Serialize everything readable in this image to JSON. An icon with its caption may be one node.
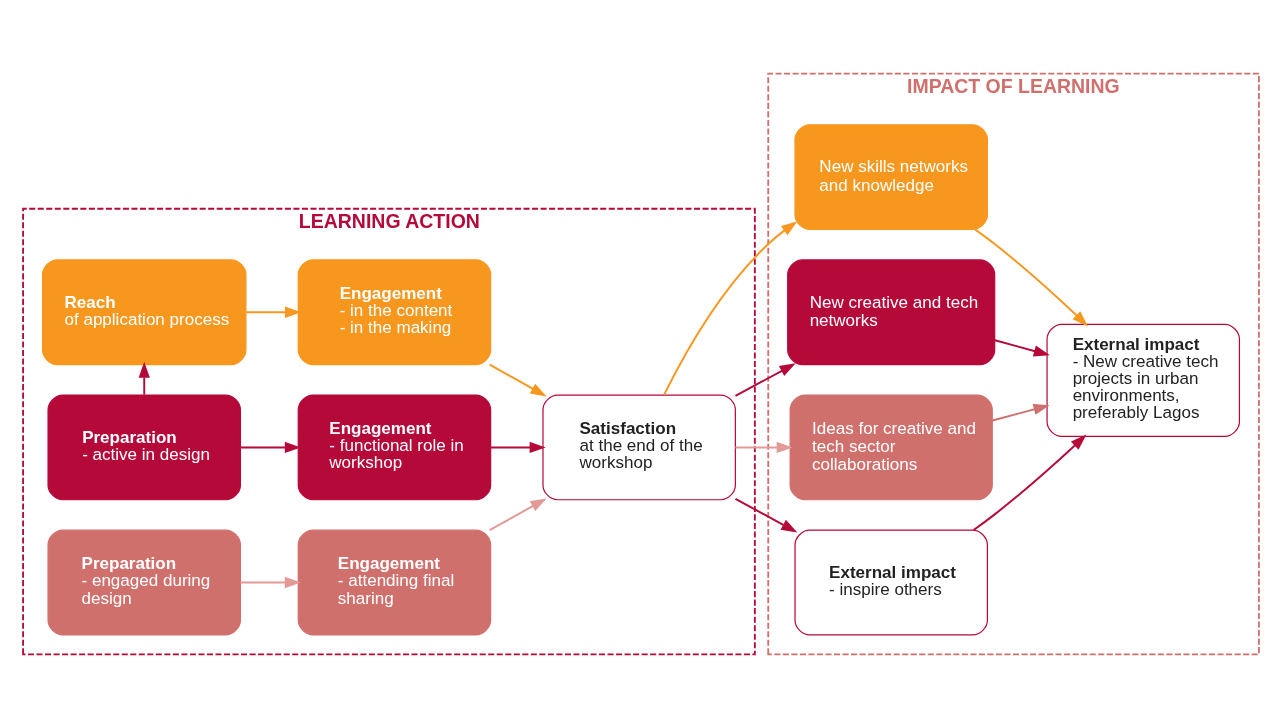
{
  "diagram": {
    "nodes": [
      {
        "text": [
          "LEARNING ACTION"
        ]
      },
      {
        "text": [
          "Reach",
          "of application process"
        ],
        "in": 0
      },
      {
        "text": [
          "Engagement",
          "- in the content",
          "- in the making"
        ],
        "in": 0
      },
      {
        "text": [
          "Preparation",
          "- active in design"
        ],
        "in": 0
      },
      {
        "text": [
          "Engagement",
          "- functional role in workshop"
        ],
        "in": 0
      },
      {
        "text": [
          "Preparation",
          "- engaged during design"
        ],
        "in": 0
      },
      {
        "text": [
          "Engagement",
          "- attending final sharing"
        ],
        "in": 0
      },
      {
        "text": [
          "Satisfaction",
          "at the end of the workshop"
        ],
        "in": 0
      },
      {
        "text": [
          "IMPACT OF LEARNING"
        ]
      },
      {
        "text": [
          "New skills networks and knowledge"
        ],
        "in": 8
      },
      {
        "text": [
          "New creative and tech networks"
        ],
        "in": 8
      },
      {
        "text": [
          "Ideas for creative and tech sector collaborations"
        ],
        "in": 8
      },
      {
        "text": [
          "External impact",
          "- inspire others"
        ],
        "in": 8
      },
      {
        "text": [
          "External impact",
          "- New creative tech projects in urban environments, preferably Lagos"
        ],
        "in": 8
      }
    ],
    "edges": [
      {
        "from": 1,
        "to": 2,
        "arrow": "to",
        "color": "#f7971e"
      },
      {
        "from": 3,
        "to": 1,
        "arrow": "to"
      },
      {
        "from": 3,
        "to": 4,
        "arrow": "to"
      },
      {
        "from": 5,
        "to": 6,
        "arrow": "to",
        "color": "#e39a97"
      },
      {
        "from": 2,
        "to": 7,
        "arrow": "to",
        "color": "#f7971e"
      },
      {
        "from": 4,
        "to": 7,
        "arrow": "to"
      },
      {
        "from": 6,
        "to": 7,
        "arrow": "to",
        "color": "#e39a97"
      },
      {
        "from": 7,
        "to": 9,
        "arrow": "to",
        "color": "#f7971e"
      },
      {
        "from": 7,
        "to": 10,
        "arrow": "to"
      },
      {
        "from": 7,
        "to": 11,
        "arrow": "to",
        "color": "#e39a97"
      },
      {
        "from": 7,
        "to": 12,
        "arrow": "to"
      },
      {
        "from": 9,
        "to": 13,
        "arrow": "to",
        "color": "#f7971e"
      },
      {
        "from": 10,
        "to": 13,
        "arrow": "to"
      },
      {
        "from": 11,
        "to": 13,
        "arrow": "to",
        "color": "#d0706d"
      },
      {
        "from": 12,
        "to": 13,
        "arrow": "to"
      }
    ]
  }
}
